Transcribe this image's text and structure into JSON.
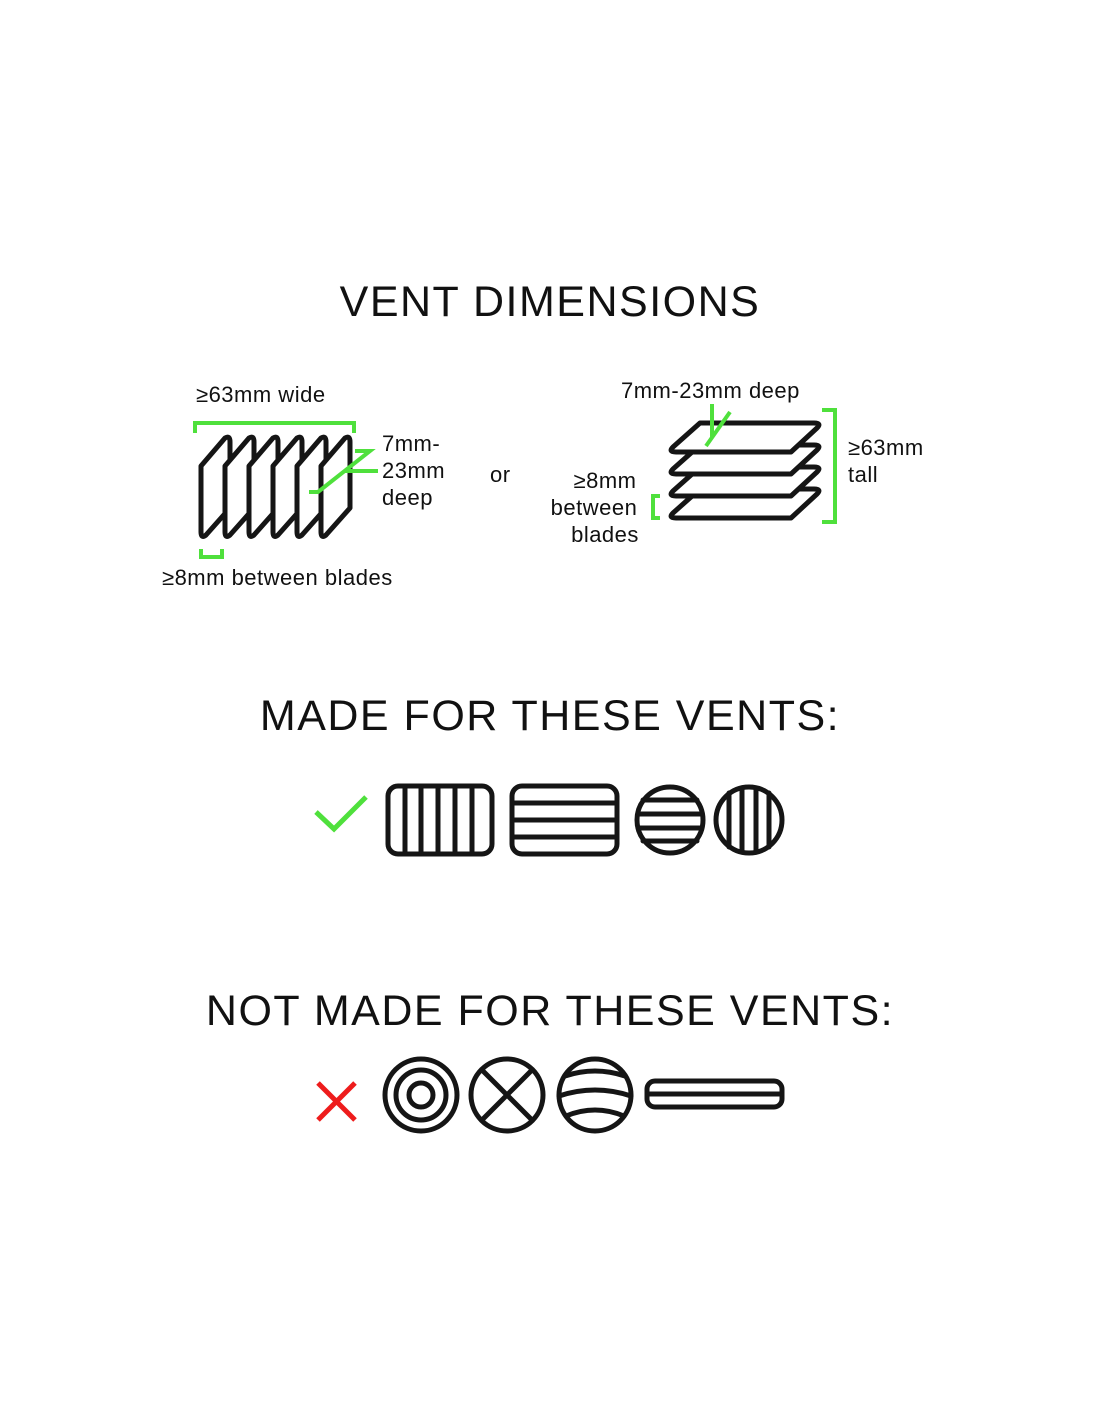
{
  "titles": {
    "dimensions": "VENT DIMENSIONS",
    "made_for": "MADE FOR THESE VENTS:",
    "not_made_for": "NOT MADE FOR THESE VENTS:"
  },
  "vertical_vent": {
    "width_label": "≥63mm wide",
    "depth_label": [
      "7mm-",
      "23mm",
      "deep"
    ],
    "spacing_label": "≥8mm between blades"
  },
  "separator": "or",
  "horizontal_vent": {
    "depth_label": "7mm-23mm deep",
    "spacing_label": [
      "≥8mm",
      "between",
      "blades"
    ],
    "height_label": [
      "≥63mm",
      "tall"
    ]
  },
  "colors": {
    "accent": "#4fe03c",
    "reject": "#ee1c1c",
    "ink": "#151515"
  },
  "icons": {
    "compatible": [
      "check-icon",
      "rect-vertical-slats-icon",
      "rect-horizontal-slats-icon",
      "round-horizontal-slats-icon",
      "round-vertical-slats-icon"
    ],
    "incompatible": [
      "cross-icon",
      "concentric-circle-vent-icon",
      "round-x-vent-icon",
      "round-curved-slats-icon",
      "slim-slot-vent-icon"
    ]
  }
}
